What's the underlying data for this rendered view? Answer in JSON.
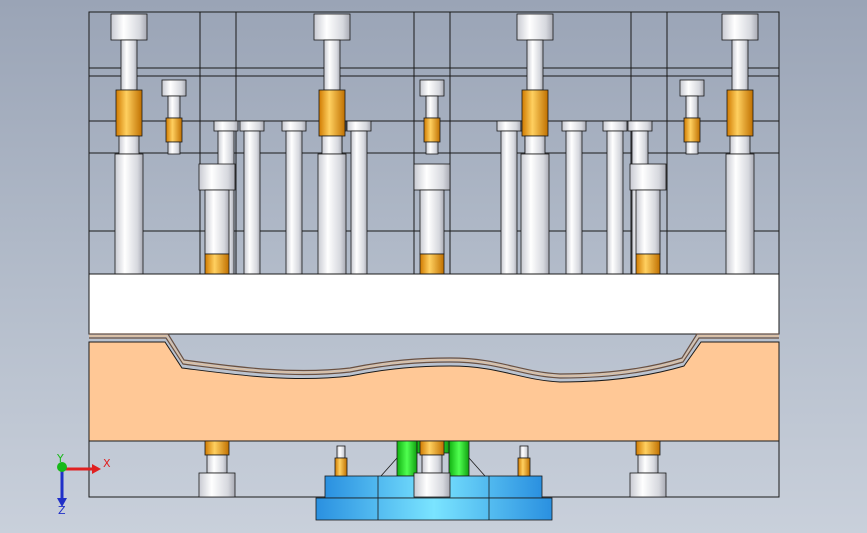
{
  "viewport": {
    "background_top": "#9aa4b6",
    "background_bottom": "#c9d0db"
  },
  "triad": {
    "x_label": "X",
    "y_label": "Y",
    "z_label": "Z",
    "x_color": "#e02020",
    "y_color": "#18b818",
    "z_color": "#2030c8"
  },
  "colors": {
    "frame": "#1a1a1a",
    "bolt_metal": "#e8e8ec",
    "bolt_shade": "#b8bac4",
    "spring_orange": "#f0a020",
    "upper_plate": "#ffffff",
    "die_block": "#ffc896",
    "sheet_metal": "#c8b4a0",
    "guide_green": "#22dd22",
    "base_cyan": "#40c8ff",
    "base_blue": "#2090e0"
  },
  "parts": {
    "upper_bolts": "upper-bolt",
    "small_bolts": "small-bolt",
    "pins": "guide-pin",
    "lower_bolts": "lower-bolt"
  }
}
